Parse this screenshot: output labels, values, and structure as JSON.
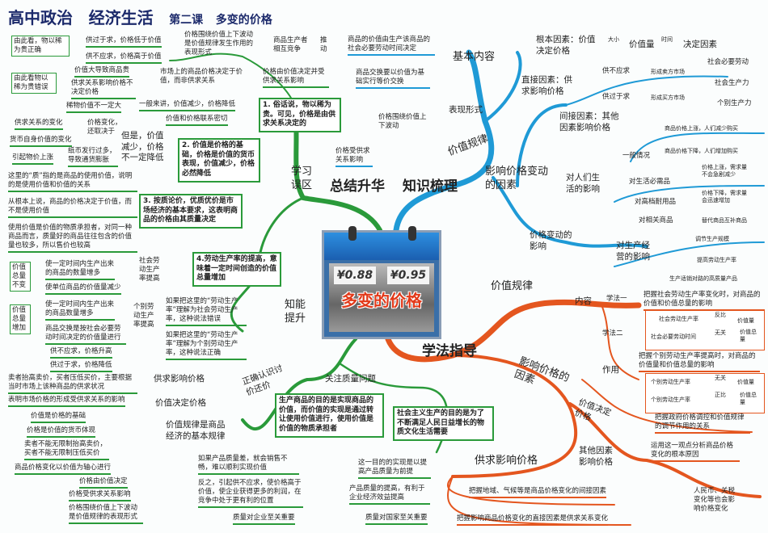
{
  "title": {
    "main": "高中政治",
    "sub": "经济生活",
    "lesson": "第二课",
    "topic": "多变的价格"
  },
  "colors": {
    "green": "#2a9a3a",
    "blue": "#1f9ad6",
    "orange": "#e4561f",
    "title": "#1c2a6b"
  },
  "center": {
    "label": "多变的价格",
    "price1": "¥0.88",
    "price2": "¥0.95"
  },
  "branches": {
    "zongjie": "总结升华",
    "zhishi": "知识梳理",
    "xuefa": "学法指导"
  },
  "nodes": {
    "g1": "由此看，物以稀为贵正确",
    "g2": "供过于求，价格低于价值",
    "g3": "供不应求，价格高于价值",
    "g4": "价格围绕价值上下波动是价值规律发生作用的表现形式",
    "g5": "由此看物以稀为贵错误",
    "g6": "价值大导致商品贵",
    "g7": "供求关系影响价格不决定价格",
    "g8": "稀物价值不一定大",
    "g9": "市场上的商品价格决定于价值，而非供求关系",
    "g10": "一般来讲，价值减少，价格降低",
    "g11": "价值和价格联系密切",
    "g12": "供求关系的变化",
    "g13": "价格变化，还取决于",
    "g14": "货币自身价值的变化",
    "g15": "但是，价值减少，价格不一定降低",
    "g16": "引起物价上涨",
    "g17": "纸币发行过多，导致通货膨胀",
    "box2": "2. 价值是价格的基础，价格是价值的货币表现，价值减少，价格必然降低",
    "box1": "1. 俗话说，物以稀为贵。可见，价格是由供求关系决定的",
    "g18": "价格由价值决定并受供求关系影响",
    "g19": "这里的“质”指的是商品的使用价值，说明的是使用价值和价值的关系",
    "g20": "从根本上说，商品的价格决定于价值，而不是使用价值",
    "g21": "使用价值是价值的物质承担者，对同一种商品而言，质量好的商品往往包含的价值量也较多，所以售价也较高",
    "box3": "3. 按质论价，优质优价是市场经济的基本要求，这表明商品的价格由其质量决定",
    "xuexi": "学习误区",
    "box4": "4.劳动生产率的提高，意味着一定时间创造的价值总量增加",
    "bx5": "价值总量不变",
    "g22": "使一定时间内生产出来的商品的数量增多",
    "g23": "使单位商品的价值量减少",
    "g24": "社会劳动生产率提高",
    "bx6": "价值总量增加",
    "g25": "使一定时间内生产出来的商品数量增多",
    "g26": "商品交换是按社会必要劳动时间决定的价值量进行",
    "g27": "个别劳动生产率提高",
    "g28": "如果把这里的“劳动生产率”理解为社会劳动生产率，这种说法错误",
    "g29": "如果把这里的“劳动生产率”理解为个别劳动生产率，这种说法正确",
    "zhineng": "知能提升",
    "g30": "供不应求，价格升高",
    "g31": "供过于求，价格降低",
    "g32": "卖者抬高卖价，买者压低买价，主要根据当时市场上该种商品的供求状况",
    "g33": "表明市场价格的形成受供求关系的影响",
    "g34": "供求影响价格",
    "g35": "价值决定价格",
    "zhengque": "正确认识讨价还价",
    "g36": "价值是价格的基础",
    "g37": "价格是价值的货币体现",
    "g38": "卖者不能无限制抬高卖价，买者不能无限制压低买价",
    "g39": "价值规律是商品经济的基本规律",
    "g40": "商品价格变化以价值为轴心进行",
    "g41": "价格由价值决定",
    "g42": "价格受供求关系影响",
    "g43": "价格围绕价值上下波动是价值规律的表现形式",
    "guanzhu": "关注质量问题",
    "box5": "生产商品的目的是实现商品的价值，而价值的实现是通过转让使用价值进行，使用价值是价值的物质承担者",
    "box6": "社会主义生产的目的是为了不断满足人民日益增长的物质文化生活需要",
    "g44": "如果产品质量差，就会销售不畅，难以顺利实现价值",
    "g45": "反之，引起供不应求，使价格高于价值，使企业获得更多的利润，在竞争中处于更有利的位置",
    "g46": "质量对企业至关重要",
    "g47": "这一目的的实现是以提高产品质量为前提",
    "g48": "产品质量的提高，有利于企业经济效益提高",
    "g49": "质量对国家至关重要",
    "b1": "商品生产者相互竞争",
    "b2": "推动",
    "b3": "商品的价值由生产该商品的社会必要劳动时间决定",
    "b4": "基本内容",
    "b5": "商品交换要以价值为基础实行等价交换",
    "b6": "表现形式",
    "b7": "价格围绕价值上下波动",
    "b8": "价格受供求关系影响",
    "jzgl": "价值规律",
    "b9": "根本因素：价值决定价格",
    "b10": "大小",
    "b11": "价值量",
    "b12": "时间",
    "b13": "决定因素",
    "b14": "社会必要劳动",
    "b15": "社会生产力",
    "b16": "个别生产力",
    "b17": "供不应求",
    "b18": "形成卖方市场",
    "b19": "直接因素：供求影响价格",
    "b20": "供过于求",
    "b21": "形成买方市场",
    "b22": "间接因素：其他因素影响价格",
    "b23": "商品价格上涨，人们减少购买",
    "b24": "一般情况",
    "b25": "商品价格下降，人们增加购买",
    "b26": "影响价格变动的因素",
    "b27": "对人们生活的影响",
    "b28": "对生活必需品",
    "b29": "价格上涨，需求量不会急剧减少",
    "b30": "对高档耐用品",
    "b31": "价格下降，需求量会迅速增加",
    "b32": "对相关商品",
    "b33": "替代商品互补商品",
    "b34": "价格变动的影响",
    "b35": "对生产经营的影响",
    "b36": "调节生产规模",
    "b37": "提高劳动生产率",
    "b38": "生产适销对路的高质量产品",
    "o1": "价值规律",
    "o2": "内容",
    "o3": "学法一",
    "o4": "把握社会劳动生产率变化时，对商品的价值和价值总量的影响",
    "oa1": "社会劳动生产率",
    "oa2": "反比",
    "oa3": "价值量",
    "oa4": "社会必要劳动时间",
    "oa5": "无关",
    "oa6": "价值总量",
    "o5": "学法二",
    "o6": "把握个别劳动生产率提高时，对商品的价值量和价值总量的影响",
    "o7": "影响价格的因素",
    "o8": "作用",
    "ob1": "个别劳动生产率",
    "ob2": "无关",
    "ob3": "价值量",
    "ob4": "个别劳动生产率",
    "ob5": "正比",
    "ob6": "价值总量",
    "o9": "把握政府价格调控和价值规律的调节作用的关系",
    "o10": "价值决定价格",
    "o11": "运用这一观点分析商品价格变化的根本原因",
    "o12": "其他因素影响价格",
    "o13": "供求影响价格",
    "o14": "把握地域、气候等是商品价格变化的间接因素",
    "o15": "人民币、关税变化等也会影响价格变化",
    "o16": "把握影响商品价格变化的直接因素是供求关系变化"
  }
}
